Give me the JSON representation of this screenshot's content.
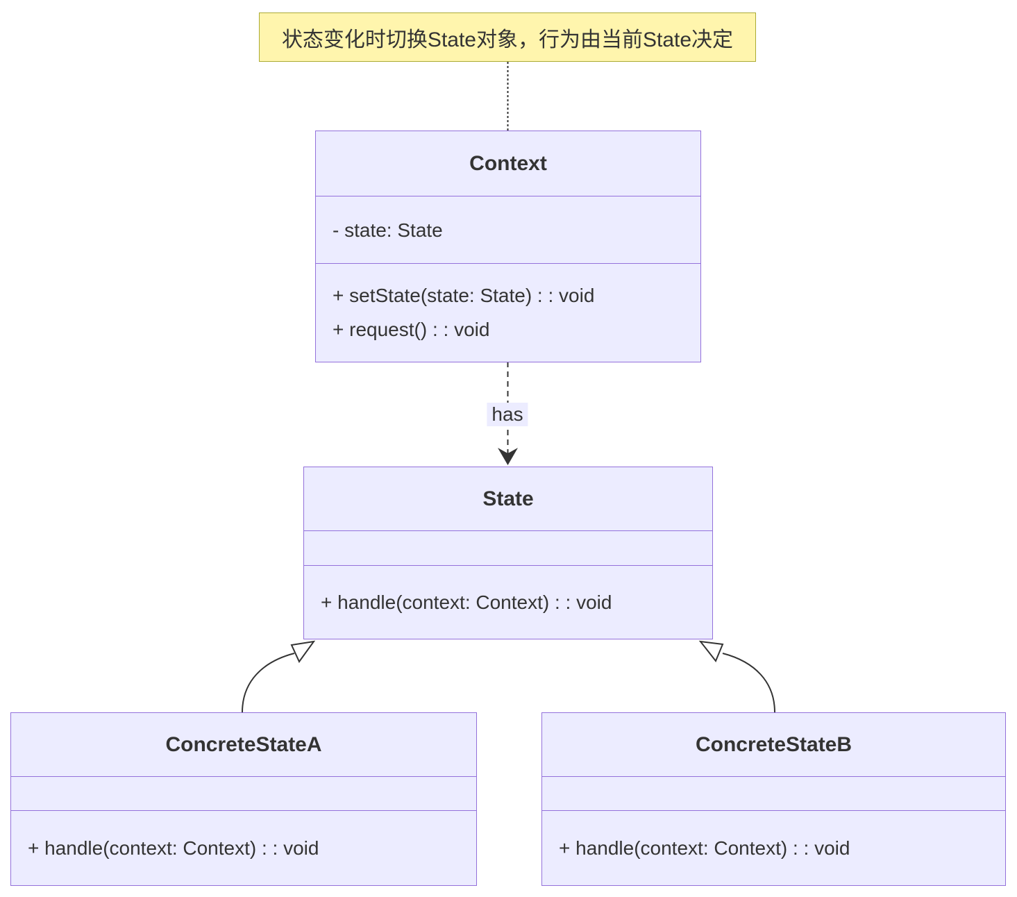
{
  "diagram": {
    "note_text": "状态变化时切换State对象，行为由当前State决定",
    "has_label": "has"
  },
  "classes": {
    "context": {
      "name": "Context",
      "attributes": [
        "- state: State"
      ],
      "methods": [
        "+ setState(state: State) : : void",
        "+ request() : : void"
      ]
    },
    "state": {
      "name": "State",
      "attributes": [],
      "methods": [
        "+ handle(context: Context) : : void"
      ]
    },
    "concrete_a": {
      "name": "ConcreteStateA",
      "attributes": [],
      "methods": [
        "+ handle(context: Context) : : void"
      ]
    },
    "concrete_b": {
      "name": "ConcreteStateB",
      "attributes": [],
      "methods": [
        "+ handle(context: Context) : : void"
      ]
    }
  },
  "relations": [
    {
      "from": "note",
      "to": "Context",
      "type": "dotted-link"
    },
    {
      "from": "Context",
      "to": "State",
      "type": "dashed-dependency",
      "label": "has"
    },
    {
      "from": "ConcreteStateA",
      "to": "State",
      "type": "inheritance"
    },
    {
      "from": "ConcreteStateB",
      "to": "State",
      "type": "inheritance"
    }
  ],
  "colors": {
    "class_fill": "#ECECFF",
    "class_border": "#9370DB",
    "note_fill": "#FFF5AD",
    "note_border": "#AAAA33",
    "line": "#333333",
    "text": "#333333",
    "background": "#FFFFFF"
  }
}
